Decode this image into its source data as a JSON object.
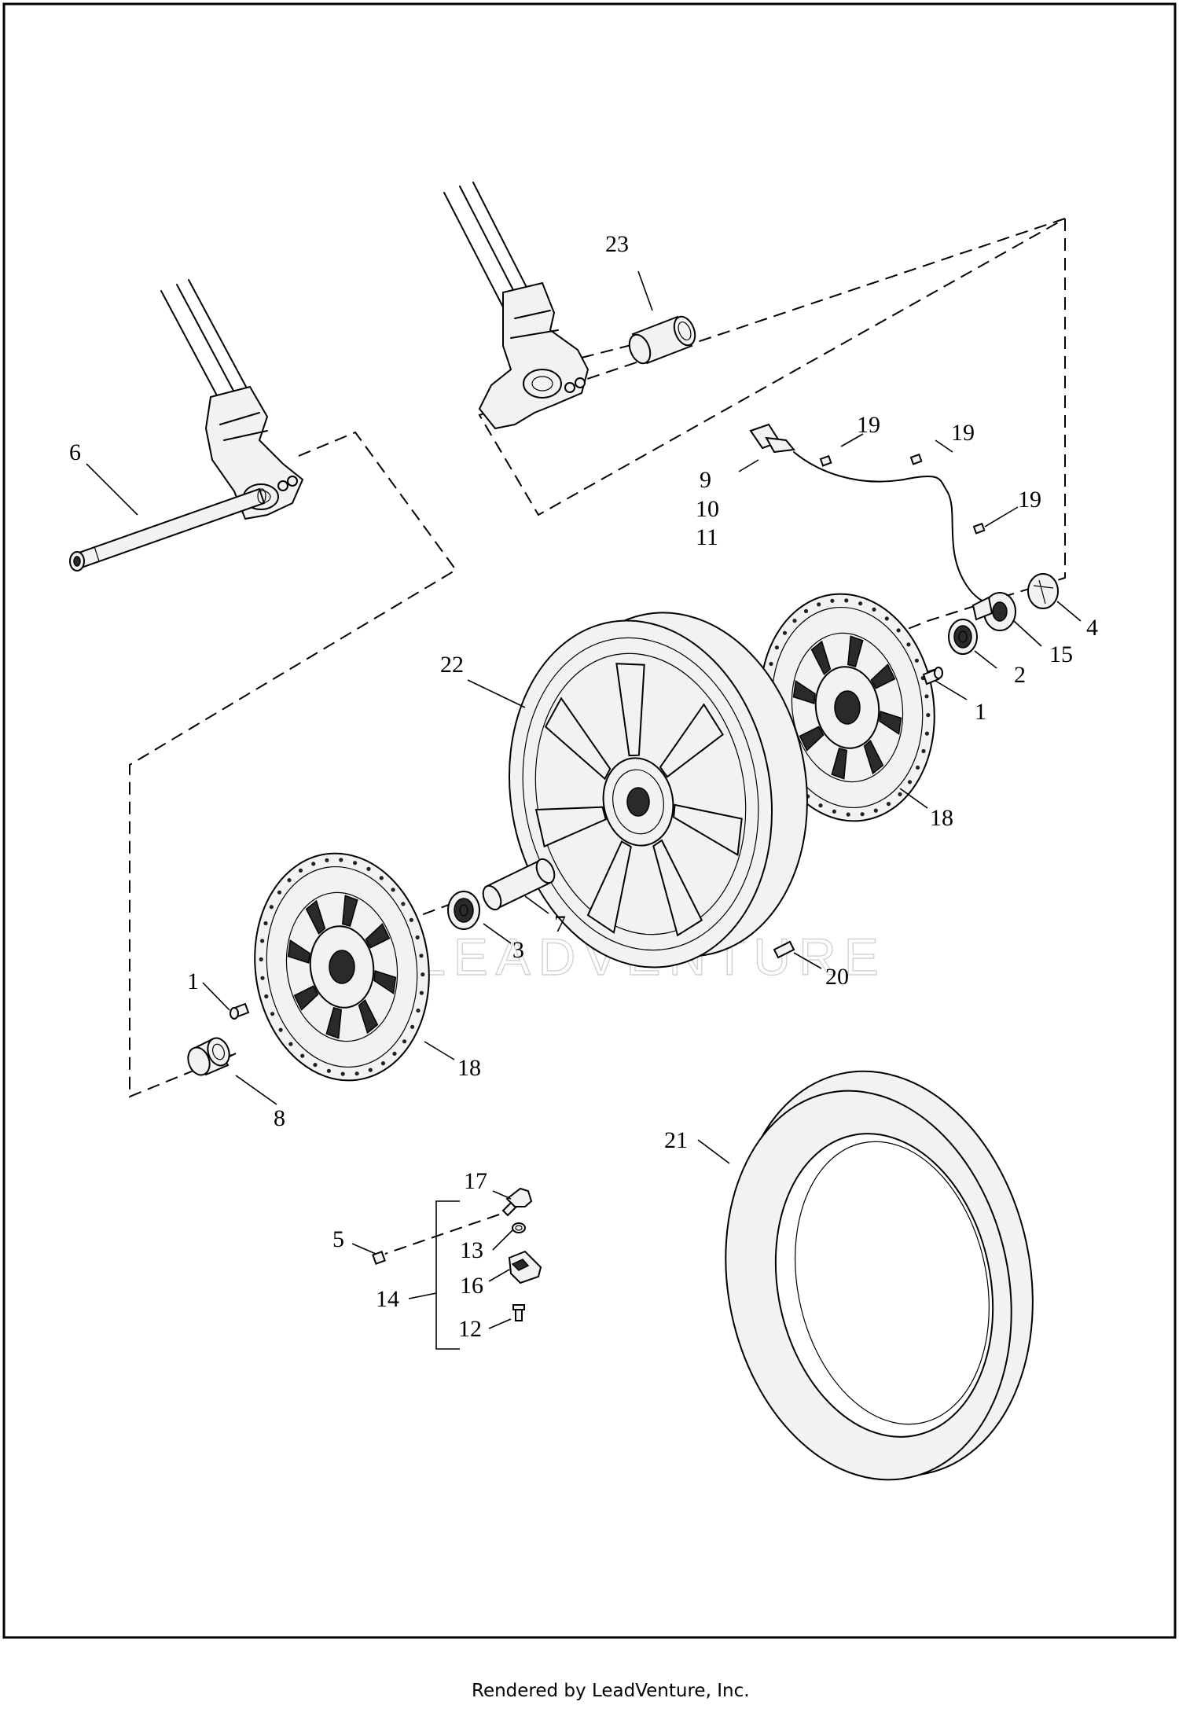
{
  "callouts": {
    "c1a": "1",
    "c1b": "1",
    "c2": "2",
    "c3": "3",
    "c4": "4",
    "c5": "5",
    "c6": "6",
    "c7": "7",
    "c8": "8",
    "c9": "9",
    "c10": "10",
    "c11": "11",
    "c12": "12",
    "c13": "13",
    "c14": "14",
    "c15": "15",
    "c16": "16",
    "c17": "17",
    "c18a": "18",
    "c18b": "18",
    "c19a": "19",
    "c19b": "19",
    "c19c": "19",
    "c20": "20",
    "c21": "21",
    "c22": "22",
    "c23": "23"
  },
  "watermark": "LEADVENTURE",
  "footer": "Rendered by LeadVenture, Inc."
}
